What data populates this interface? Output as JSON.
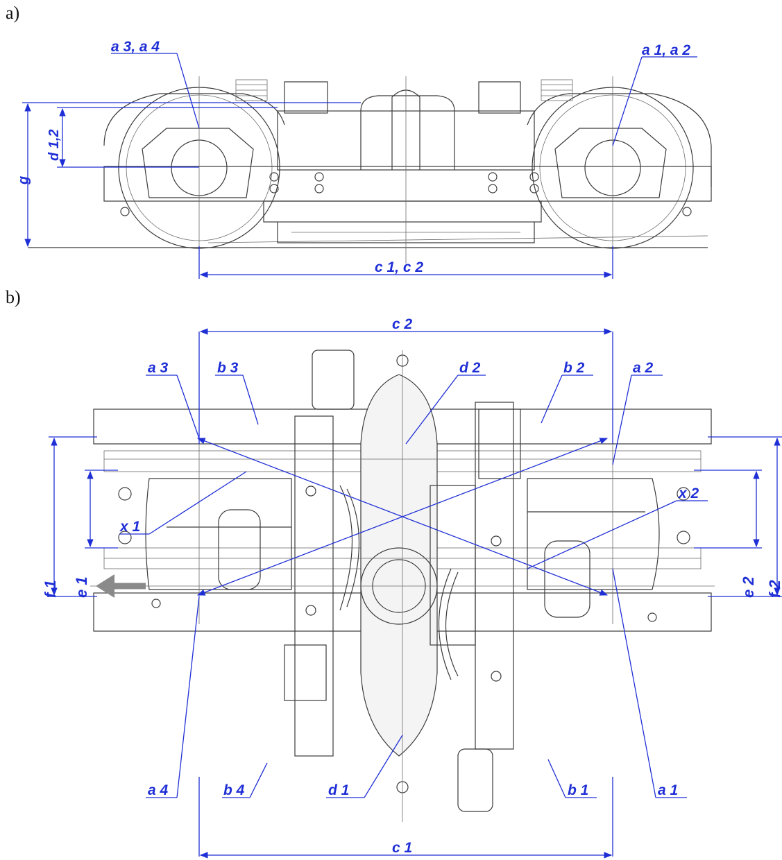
{
  "panels": {
    "a": {
      "label": "a)",
      "annotations": {
        "a34": "a 3, a 4",
        "a12": "a 1, a 2",
        "d12": "d 1,2",
        "g": "g",
        "c12": "c 1, c 2"
      }
    },
    "b": {
      "label": "b)",
      "annotations": {
        "c2": "c 2",
        "a3": "a 3",
        "b3": "b 3",
        "d2": "d 2",
        "b2": "b 2",
        "a2": "a 2",
        "x1": "x 1",
        "f1": "f 1",
        "e1": "e 1",
        "x2": "x 2",
        "e2": "e 2",
        "f2": "f 2",
        "a4": "a 4",
        "b4": "b 4",
        "d1": "d 1",
        "b1": "b 1",
        "a1": "a 1",
        "c1": "c 1"
      }
    }
  },
  "colors": {
    "annotation": "#1f2fd6",
    "drawing": "#3a3a3a",
    "direction_arrow": "#8a8a8a"
  }
}
